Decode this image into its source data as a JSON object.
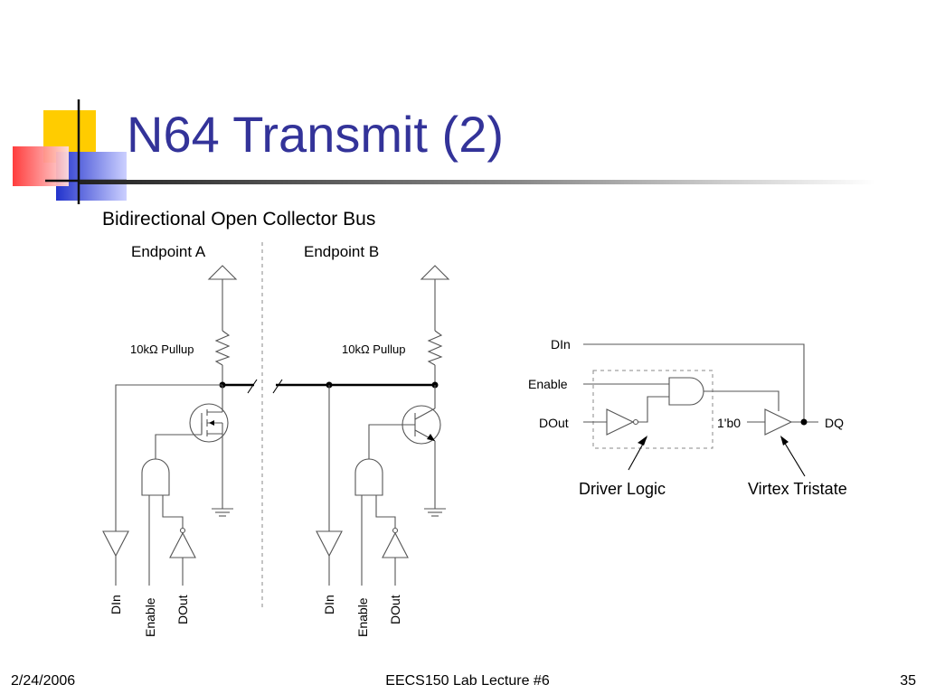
{
  "slide": {
    "title": "N64 Transmit (2)",
    "subtitle": "Bidirectional Open Collector Bus",
    "footer": {
      "date": "2/24/2006",
      "center": "EECS150 Lab Lecture #6",
      "page": "35"
    },
    "colors": {
      "title": "#333399",
      "accent_yellow": "#ffcc00",
      "accent_red": "#ff3333",
      "accent_blue": "#3333cc"
    }
  },
  "diagram": {
    "endpoint_a": {
      "label": "Endpoint A",
      "pullup": "10kΩ Pullup",
      "pins": [
        "DIn",
        "Enable",
        "DOut"
      ]
    },
    "endpoint_b": {
      "label": "Endpoint B",
      "pullup": "10kΩ Pullup",
      "pins": [
        "DIn",
        "Enable",
        "DOut"
      ]
    },
    "tristate": {
      "in_din": "DIn",
      "in_enable": "Enable",
      "in_dout": "DOut",
      "const": "1'b0",
      "out": "DQ",
      "driver_caption": "Driver Logic",
      "virtex_caption": "Virtex Tristate"
    }
  }
}
